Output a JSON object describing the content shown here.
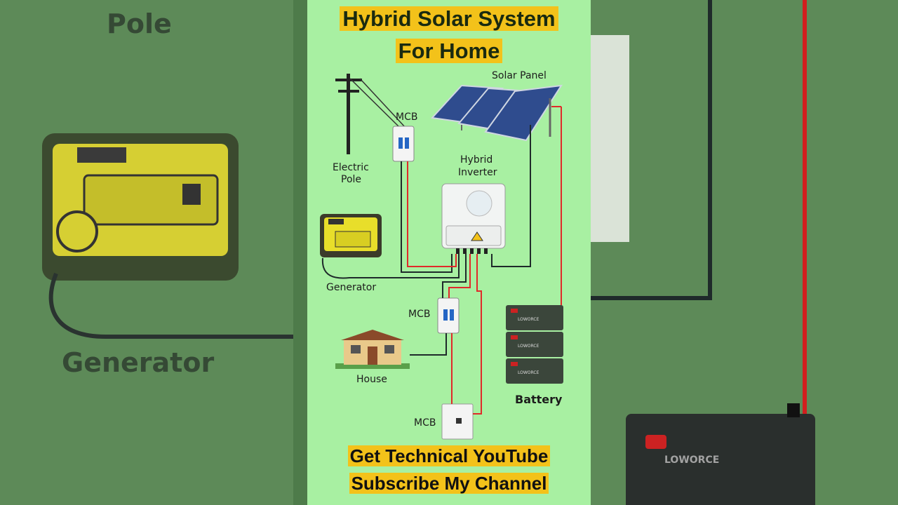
{
  "title": {
    "line1": "Hybrid Solar System",
    "line2": "For Home"
  },
  "labels": {
    "solar_panel": "Solar Panel",
    "mcb_pole": "MCB",
    "electric_pole_l1": "Electric",
    "electric_pole_l2": "Pole",
    "hybrid_inverter_l1": "Hybrid",
    "hybrid_inverter_l2": "Inverter",
    "generator": "Generator",
    "mcb_house": "MCB",
    "house": "House",
    "battery": "Battery",
    "mcb_bottom": "MCB"
  },
  "battery_brand": "LOWORCE",
  "footer": {
    "line1": "Get Technical YouTube",
    "line2": "Subscribe My Channel"
  },
  "background": {
    "left_top": "Pole",
    "left_bottom": "Generator",
    "right_battery_brand": "LOWORCE"
  },
  "colors": {
    "panel_bg": "#a8f0a2",
    "highlight": "#f3c21a",
    "wire_dc": "#e02a2a",
    "wire_ac": "#1e2a2a"
  }
}
